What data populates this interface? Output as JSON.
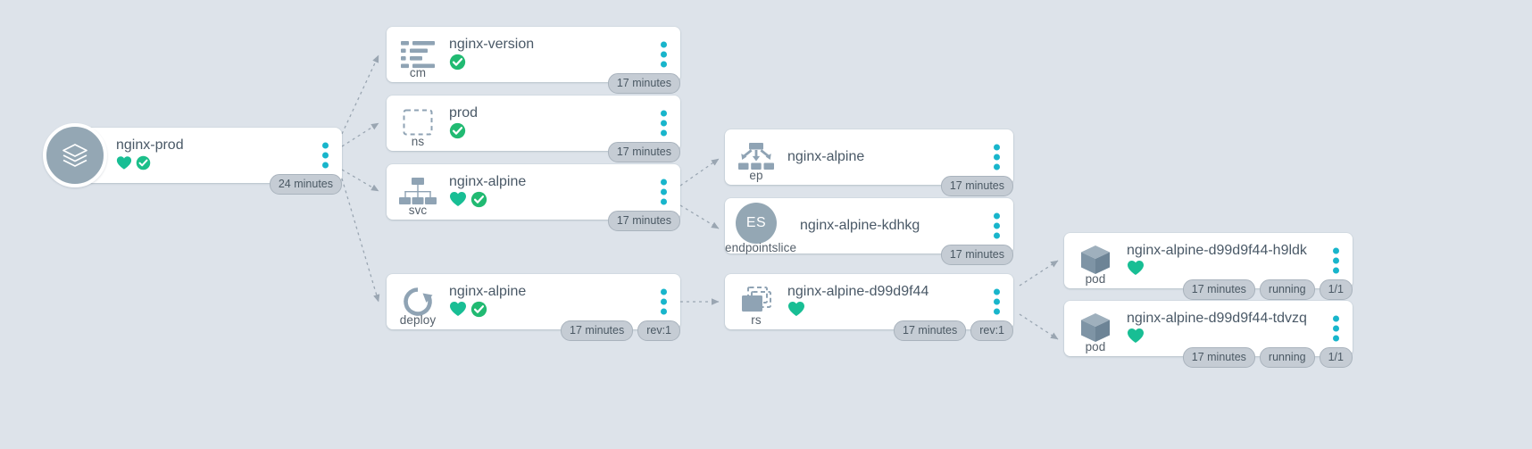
{
  "canvas": {
    "background": "#dde3ea",
    "edge_color": "#9aa6b2",
    "card_background": "#ffffff",
    "accent_menu_color": "#18b5cb",
    "icon_color": "#8fa3b4",
    "heart_color": "#18be94",
    "check_color": "#21ba72",
    "check_color_root": "#1cbf8a",
    "pill_background": "#c5ccd4",
    "pill_border": "#a9b3bd",
    "pill_text": "#4b5964",
    "title_color": "#4a5967"
  },
  "menu": {
    "label": "actions-menu"
  },
  "nodes": [
    {
      "id": "app-root",
      "kind": "",
      "icon": "layers-stack-icon",
      "title": "nginx-prod",
      "health": [
        "heart",
        "check"
      ],
      "pills": [
        "24 minutes"
      ]
    },
    {
      "id": "configmap",
      "kind": "cm",
      "icon": "configmap-list-icon",
      "title": "nginx-version",
      "health": [
        "check"
      ],
      "pills": [
        "17 minutes"
      ]
    },
    {
      "id": "namespace",
      "kind": "ns",
      "icon": "namespace-dashed-square-icon",
      "title": "prod",
      "health": [
        "check"
      ],
      "pills": [
        "17 minutes"
      ]
    },
    {
      "id": "service",
      "kind": "svc",
      "icon": "service-hierarchy-icon",
      "title": "nginx-alpine",
      "health": [
        "heart",
        "check"
      ],
      "pills": [
        "17 minutes"
      ]
    },
    {
      "id": "deployment",
      "kind": "deploy",
      "icon": "deployment-rotate-icon",
      "title": "nginx-alpine",
      "health": [
        "heart",
        "check"
      ],
      "pills": [
        "17 minutes",
        "rev:1"
      ]
    },
    {
      "id": "endpoints",
      "kind": "ep",
      "icon": "endpoints-distribute-icon",
      "title": "nginx-alpine",
      "health": [],
      "pills": [
        "17 minutes"
      ]
    },
    {
      "id": "endpointslice",
      "kind": "endpointslice",
      "icon": "endpointslice-es-badge-icon",
      "icon_text": "ES",
      "title": "nginx-alpine-kdhkg",
      "health": [],
      "pills": [
        "17 minutes"
      ]
    },
    {
      "id": "replicaset",
      "kind": "rs",
      "icon": "replicaset-stacked-boxes-icon",
      "title": "nginx-alpine-d99d9f44",
      "health": [
        "heart"
      ],
      "pills": [
        "17 minutes",
        "rev:1"
      ]
    },
    {
      "id": "pod-1",
      "kind": "pod",
      "icon": "pod-cube-icon",
      "title": "nginx-alpine-d99d9f44-h9ldk",
      "health": [
        "heart"
      ],
      "pills": [
        "17 minutes",
        "running",
        "1/1"
      ]
    },
    {
      "id": "pod-2",
      "kind": "pod",
      "icon": "pod-cube-icon",
      "title": "nginx-alpine-d99d9f44-tdvzq",
      "health": [
        "heart"
      ],
      "pills": [
        "17 minutes",
        "running",
        "1/1"
      ]
    }
  ]
}
